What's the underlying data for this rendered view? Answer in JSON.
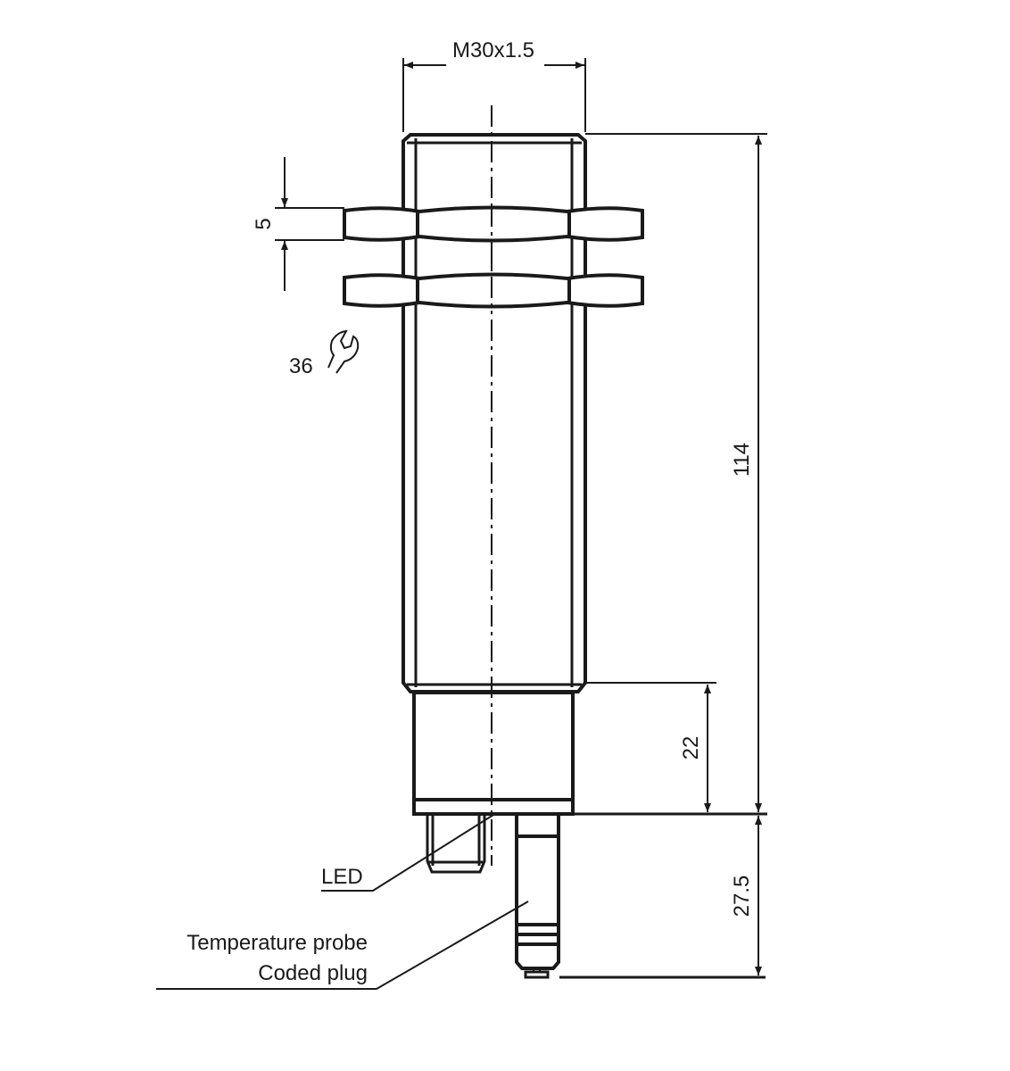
{
  "drawing": {
    "dimensions": {
      "thread": "M30x1.5",
      "nut_thickness": "5",
      "wrench_size": "36",
      "total_length": "114",
      "housing_length": "22",
      "probe_length": "27.5"
    },
    "labels": {
      "led": "LED",
      "temperature_probe": "Temperature probe",
      "coded_plug": "Coded plug"
    },
    "icons": [
      "wrench-icon"
    ],
    "colors": {
      "line": "#1a1a1a",
      "background": "#ffffff"
    }
  }
}
